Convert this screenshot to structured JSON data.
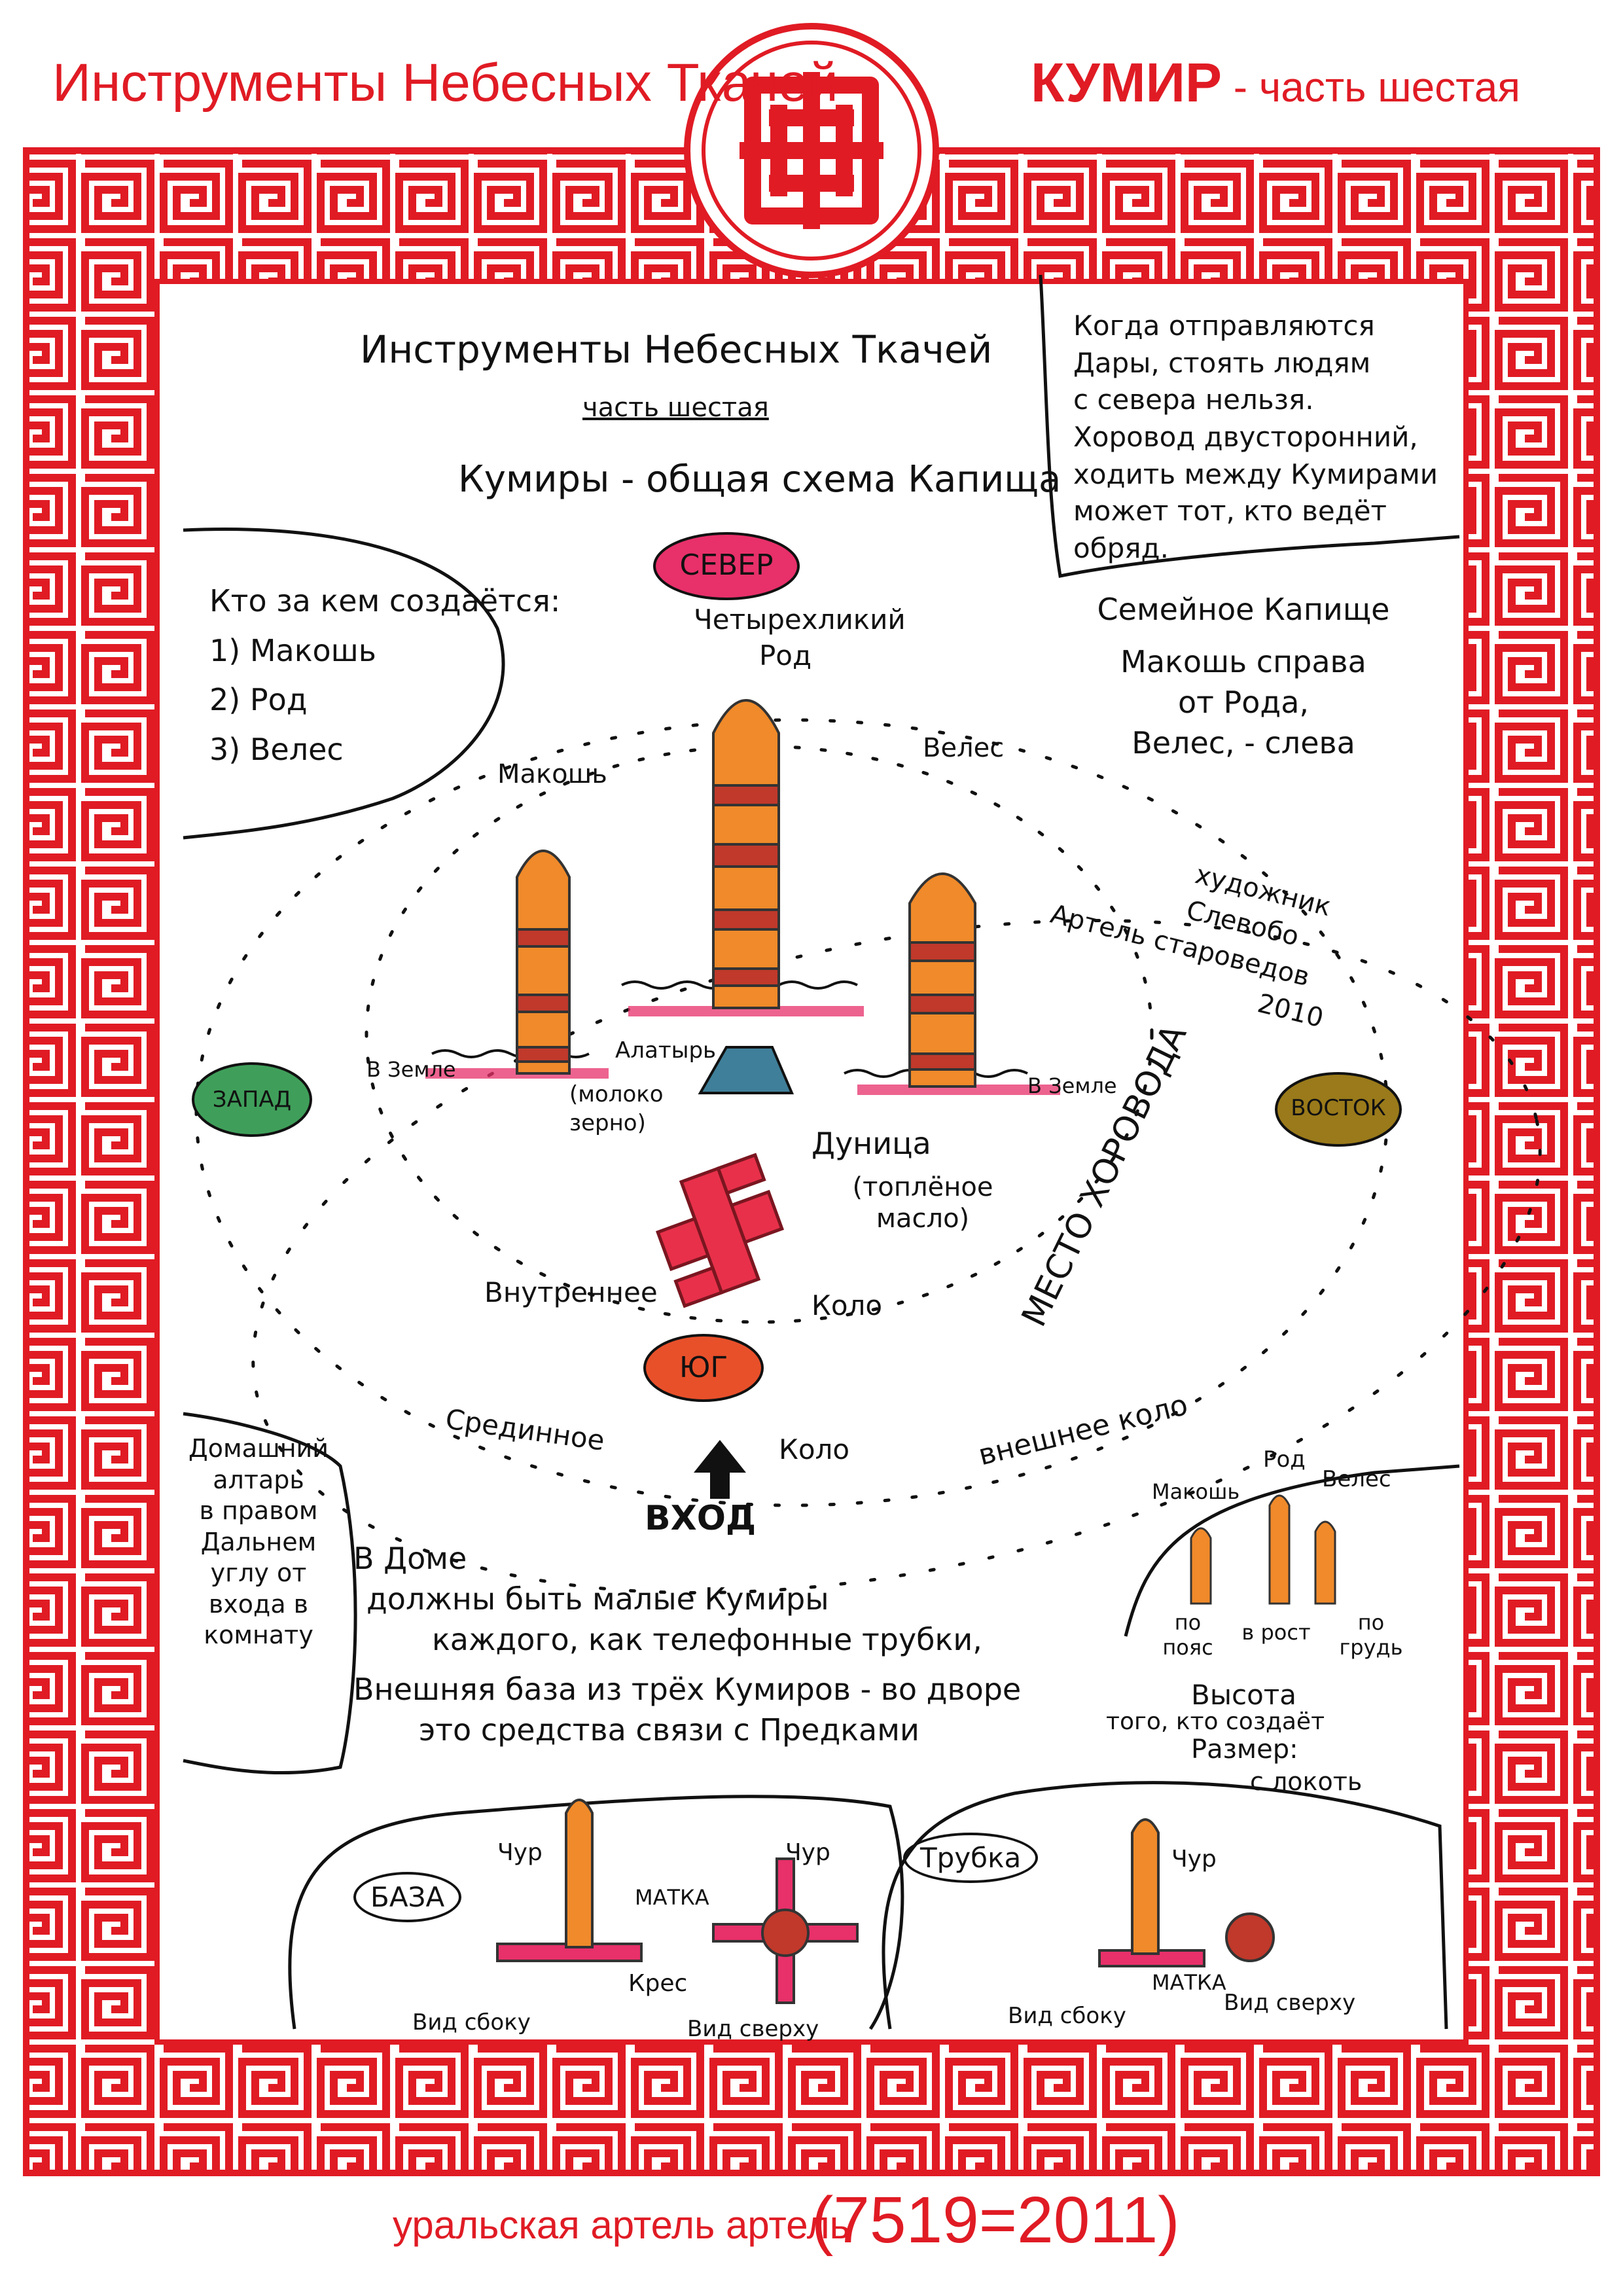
{
  "header": {
    "left_title": "Инструменты Небесных Ткачей",
    "right_title_main": "КУМИР",
    "right_title_rest": " - часть шестая"
  },
  "footer": {
    "left": "уральская артель артель",
    "right": "(7519=2011)"
  },
  "colors": {
    "accent": "#e01b24",
    "paper": "#ffffff",
    "ink": "#111111"
  },
  "sheet": {
    "title": "Инструменты Небесных Ткачей",
    "subtitle": "часть шестая",
    "heading": "Кумиры - общая схема Капища"
  },
  "notes": {
    "order": {
      "title": "Кто за кем создаётся:",
      "items": [
        "1) Макошь",
        "2) Род",
        "3) Велес"
      ]
    },
    "gifts": {
      "lines": [
        "Когда отправляются",
        "Дары, стоять людям",
        "с севера нельзя.",
        "Хоровод двусторонний,",
        "ходить между Кумирами",
        "может тот, кто ведёт",
        "обряд."
      ]
    },
    "family": {
      "title": "Семейное Капище",
      "lines": [
        "Макошь справа",
        "от Рода,",
        "Велес, - слева"
      ]
    },
    "artist": {
      "lines": [
        "художник Слевобо",
        "Артель староведов",
        "2010"
      ]
    },
    "altar": {
      "lines": [
        "Домашний",
        "алтарь",
        "в правом",
        "Дальнем",
        "углу от",
        "входа в",
        "комнату"
      ]
    },
    "home": {
      "lines": [
        "В Доме",
        "должны быть малые Кумиры",
        "каждого, как телефонные трубки,",
        "Внешняя база из трёх Кумиров - во дворе",
        "это средства связи с Предками"
      ]
    }
  },
  "compass": {
    "north": "СЕВЕР",
    "south": "ЮГ",
    "west": "ЗАПАД",
    "east": "ВОСТОК"
  },
  "idols": {
    "rod": "Четырехликий Род",
    "makosh": "Макошь",
    "veles": "Велес"
  },
  "labels": {
    "in_earth_left": "В Земле",
    "in_earth_right": "В Земле",
    "alatyr": "Алатырь",
    "milk": "(молоко зерно)",
    "dunitsa": "Дуница",
    "butter": "(топлёное масло)",
    "inner": "Внутреннее",
    "kolo1": "Коло",
    "middle": "Срединное",
    "kolo2": "Коло",
    "outer": "внешнее коло",
    "dance_place": "МЕСТО ХОРОВОДА",
    "entrance": "ВХОД"
  },
  "heights": {
    "makosh": "Макошь",
    "rod": "Род",
    "veles": "Велес",
    "waist": "по пояс",
    "full": "в рост",
    "chest": "по грудь",
    "height_of": "Высота",
    "creator": "того, кто создаёт",
    "size": "Размер:",
    "elbow": "с локоть"
  },
  "base": {
    "title": "БАЗА",
    "chur": "Чур",
    "chur2": "Чур",
    "matka": "МАТКА",
    "kres": "Крес",
    "side": "Вид сбоку",
    "top": "Вид сверху"
  },
  "tube": {
    "title": "Трубка",
    "chur": "Чур",
    "matka": "МАТКА",
    "side": "Вид сбоку",
    "top": "Вид сверху"
  }
}
